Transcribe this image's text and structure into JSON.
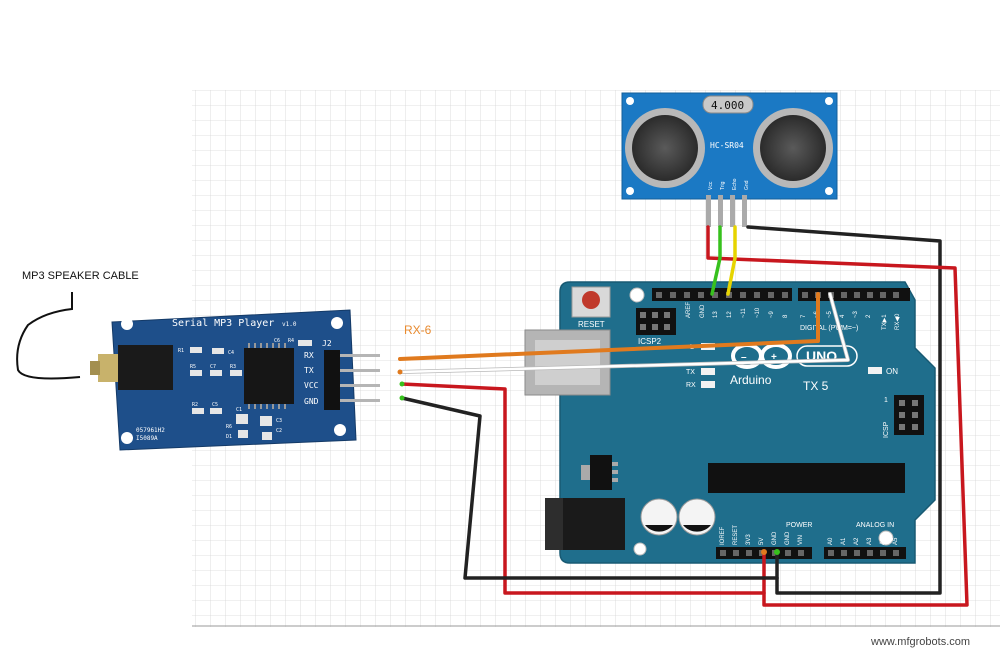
{
  "labels": {
    "speaker_cable": "MP3 SPEAKER CABLE",
    "rx_wire": "RX-6",
    "tx_wire": "TX 5",
    "watermark": "www.mfgrobots.com"
  },
  "mp3_module": {
    "title": "Serial MP3 Player",
    "version": "v1.0",
    "header": "J2",
    "pins": [
      "RX",
      "TX",
      "VCC",
      "GND"
    ],
    "code_1": "057961H2",
    "code_2": "I5089A",
    "components": [
      "R1",
      "C4",
      "C6",
      "R4",
      "R5",
      "C7",
      "R3",
      "R2",
      "C5",
      "C1",
      "C3",
      "R6",
      "C2",
      "D1"
    ]
  },
  "sensor": {
    "model": "HC-SR04",
    "crystal": "4.000",
    "pins": [
      "Vcc",
      "Trig",
      "Echo",
      "Gnd"
    ]
  },
  "arduino": {
    "brand": "Arduino",
    "logo": "UNO",
    "reset": "RESET",
    "icsp2": "ICSP2",
    "icsp": "ICSP",
    "icsp_num": "1",
    "on": "ON",
    "led_l": "L",
    "led_tx": "TX",
    "led_rx": "RX",
    "digital": "DIGITAL (PWM=~)",
    "aref": "AREF",
    "gnd": "GND",
    "top_pins": [
      "13",
      "12",
      "~11",
      "~10",
      "~9",
      "8"
    ],
    "top_pins_2": [
      "7",
      "~6",
      "~5",
      "4",
      "~3",
      "2"
    ],
    "txrx": [
      "TX▶1",
      "RX◀0"
    ],
    "power": "POWER",
    "analog": "ANALOG IN",
    "power_pins": [
      "IOREF",
      "RESET",
      "3V3",
      "5V",
      "GND",
      "GND",
      "VIN"
    ],
    "analog_pins": [
      "A0",
      "A1",
      "A2",
      "A3",
      "A4",
      "A5"
    ]
  },
  "colors": {
    "board": "#1f6e8c",
    "sensor": "#1b79c4",
    "mp3": "#1e4f8a",
    "wire_red": "#c8171e",
    "wire_black": "#222222",
    "wire_green": "#37c11d",
    "wire_yellow": "#e6d400",
    "wire_orange": "#e07a1e",
    "label_orange": "#e88a2f"
  }
}
